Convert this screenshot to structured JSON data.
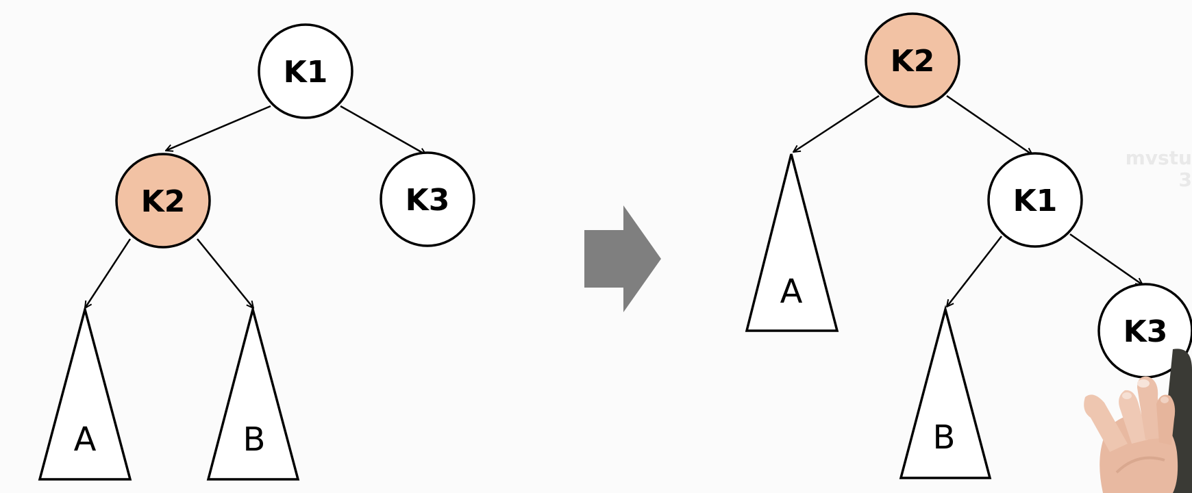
{
  "colors": {
    "background": "#fbfbfb",
    "node_fill": "#ffffff",
    "highlight_fill": "#f2c2a4",
    "stroke": "#000000",
    "transition_arrow": "#7f7f7f",
    "watermark": "#e9e9e9"
  },
  "before": {
    "nodes": {
      "k1": "K1",
      "k2": "K2",
      "k3": "K3"
    },
    "subtrees": {
      "a": "A",
      "b": "B"
    },
    "highlighted": "K2"
  },
  "after": {
    "nodes": {
      "k2": "K2",
      "k1": "K1",
      "k3": "K3"
    },
    "subtrees": {
      "a": "A",
      "b": "B"
    },
    "highlighted": "K2"
  },
  "transition_icon": "right-arrow-icon",
  "overlay": {
    "watermark_lines": [
      "mvstu",
      "3"
    ],
    "presenter_hand": "hand-icon"
  }
}
